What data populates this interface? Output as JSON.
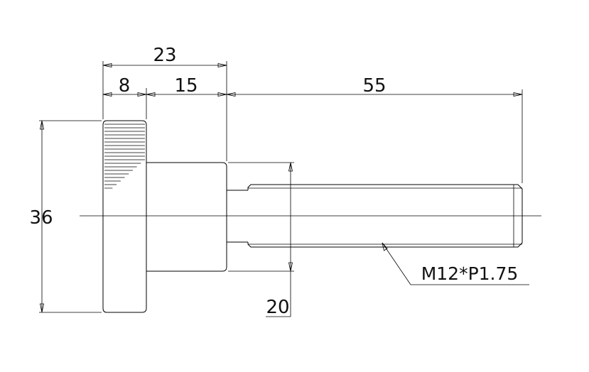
{
  "drawing": {
    "dimensions": {
      "overall_head_length": "23",
      "knurl_length": "8",
      "shoulder_length": "15",
      "thread_length": "55",
      "head_diameter": "36",
      "shoulder_diameter": "20"
    },
    "thread_callout": "M12*P1.75"
  }
}
